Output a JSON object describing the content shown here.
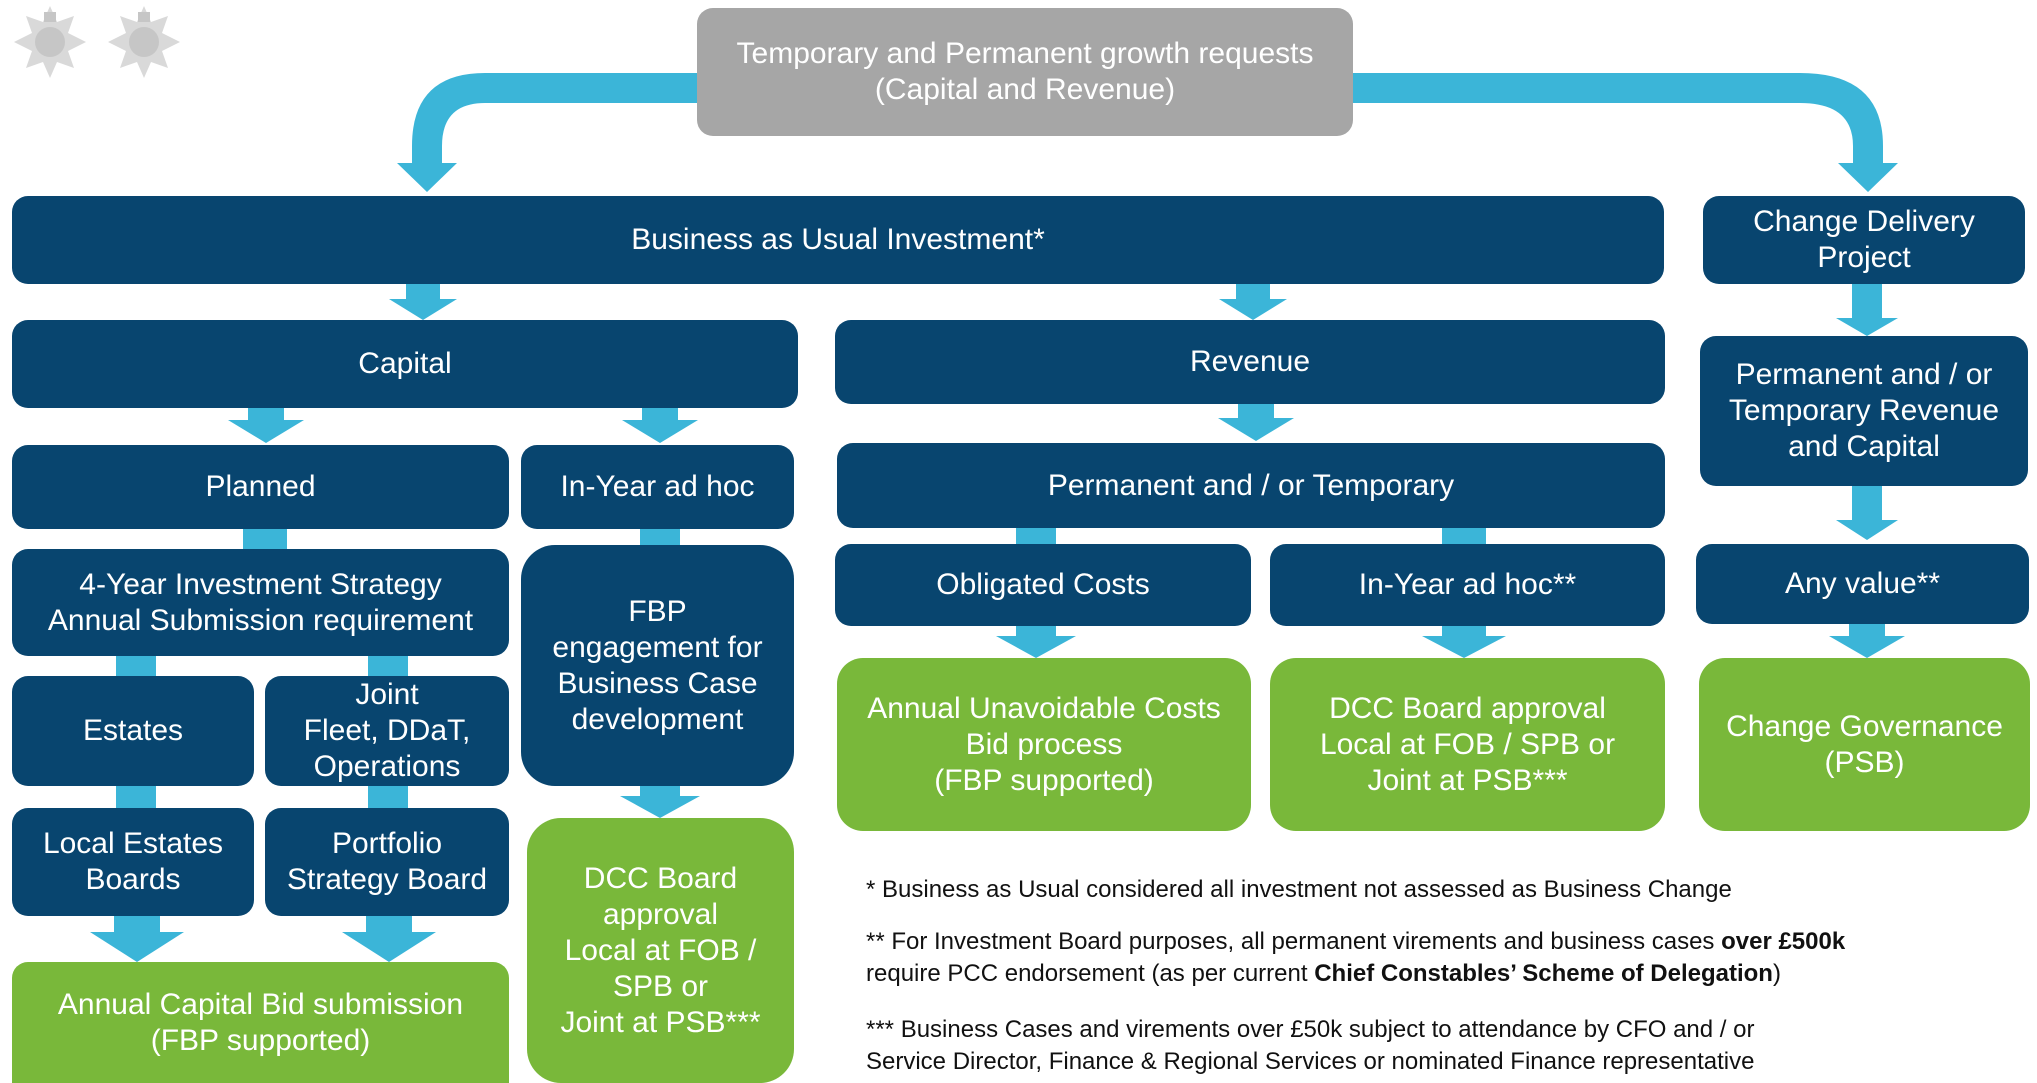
{
  "top": {
    "label": "Temporary and Permanent growth requests\n(Capital and Revenue)"
  },
  "bau": {
    "label": "Business as Usual Investment*"
  },
  "change_delivery": {
    "label": "Change Delivery\nProject"
  },
  "capital": {
    "label": "Capital"
  },
  "revenue": {
    "label": "Revenue"
  },
  "perm_temp_rev_cap": {
    "label": "Permanent and / or\nTemporary Revenue\nand Capital"
  },
  "planned": {
    "label": "Planned"
  },
  "inyear_capital": {
    "label": "In-Year ad hoc"
  },
  "perm_or_temp": {
    "label": "Permanent and / or Temporary"
  },
  "strategy": {
    "label": "4-Year Investment Strategy\nAnnual Submission requirement"
  },
  "fbp_engagement": {
    "label": "FBP\nengagement for\nBusiness Case\ndevelopment"
  },
  "obligated": {
    "label": "Obligated Costs"
  },
  "inyear_revenue": {
    "label": "In-Year ad hoc**"
  },
  "any_value": {
    "label": "Any value**"
  },
  "estates": {
    "label": "Estates"
  },
  "joint": {
    "label": "Joint\nFleet, DDaT,\nOperations"
  },
  "annual_unavoidable": {
    "label": "Annual Unavoidable Costs\nBid process\n(FBP supported)"
  },
  "dcc_revenue": {
    "label": "DCC Board approval\nLocal at FOB / SPB or\nJoint at PSB***"
  },
  "change_gov": {
    "label": "Change Governance\n(PSB)"
  },
  "local_estates": {
    "label": "Local Estates\nBoards"
  },
  "portfolio": {
    "label": "Portfolio\nStrategy Board"
  },
  "dcc_capital": {
    "label": "DCC Board\napproval\nLocal at FOB /\nSPB or\nJoint at PSB***"
  },
  "annual_capital": {
    "label": "Annual Capital Bid submission\n(FBP supported)"
  },
  "notes": {
    "n1": "* Business as Usual considered all investment not assessed as Business Change",
    "n2_a": "** For Investment Board purposes, all permanent virements and business cases ",
    "n2_b": "over £500k",
    "n2_c": "require PCC endorsement (as per current ",
    "n2_d": "Chief Constables’ Scheme of Delegation",
    "n2_e": ")",
    "n3_a": "*** Business Cases and virements over £50k subject to attendance by CFO and / or",
    "n3_b": "Service Director, Finance & Regional Services or nominated Finance representative"
  },
  "colors": {
    "dark": "#08456f",
    "green": "#79b83a",
    "grey": "#a6a6a6",
    "connector": "#3bb5d8"
  },
  "icons": [
    "police-crest-icon",
    "police-crest-icon"
  ]
}
